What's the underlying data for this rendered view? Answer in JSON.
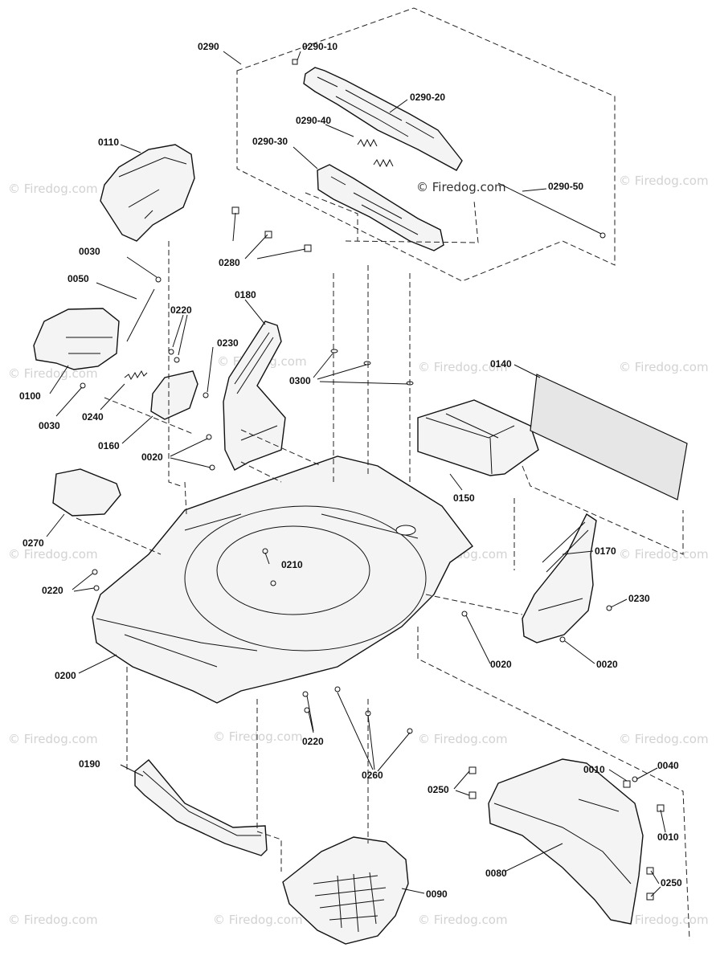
{
  "watermark": "© Firedog.com",
  "callouts": [
    {
      "id": "c0290",
      "text": "0290"
    },
    {
      "id": "c0290-10",
      "text": "0290-10"
    },
    {
      "id": "c0290-20",
      "text": "0290-20"
    },
    {
      "id": "c0290-40",
      "text": "0290-40"
    },
    {
      "id": "c0290-30",
      "text": "0290-30"
    },
    {
      "id": "c0290-50",
      "text": "0290-50"
    },
    {
      "id": "c0110",
      "text": "0110"
    },
    {
      "id": "c0280",
      "text": "0280"
    },
    {
      "id": "c0030a",
      "text": "0030"
    },
    {
      "id": "c0050",
      "text": "0050"
    },
    {
      "id": "c0220a",
      "text": "0220"
    },
    {
      "id": "c0180",
      "text": "0180"
    },
    {
      "id": "c0230a",
      "text": "0230"
    },
    {
      "id": "c0300",
      "text": "0300"
    },
    {
      "id": "c0140",
      "text": "0140"
    },
    {
      "id": "c0100",
      "text": "0100"
    },
    {
      "id": "c0030b",
      "text": "0030"
    },
    {
      "id": "c0240",
      "text": "0240"
    },
    {
      "id": "c0160",
      "text": "0160"
    },
    {
      "id": "c0020a",
      "text": "0020"
    },
    {
      "id": "c0150",
      "text": "0150"
    },
    {
      "id": "c0270",
      "text": "0270"
    },
    {
      "id": "c0170",
      "text": "0170"
    },
    {
      "id": "c0210",
      "text": "0210"
    },
    {
      "id": "c0220b",
      "text": "0220"
    },
    {
      "id": "c0230b",
      "text": "0230"
    },
    {
      "id": "c0020b",
      "text": "0020"
    },
    {
      "id": "c0200",
      "text": "0200"
    },
    {
      "id": "c0020c",
      "text": "0020"
    },
    {
      "id": "c0220c",
      "text": "0220"
    },
    {
      "id": "c0190",
      "text": "0190"
    },
    {
      "id": "c0260",
      "text": "0260"
    },
    {
      "id": "c0010a",
      "text": "0010"
    },
    {
      "id": "c0040",
      "text": "0040"
    },
    {
      "id": "c0250a",
      "text": "0250"
    },
    {
      "id": "c0010b",
      "text": "0010"
    },
    {
      "id": "c0080",
      "text": "0080"
    },
    {
      "id": "c0250b",
      "text": "0250"
    },
    {
      "id": "c0090",
      "text": "0090"
    }
  ]
}
